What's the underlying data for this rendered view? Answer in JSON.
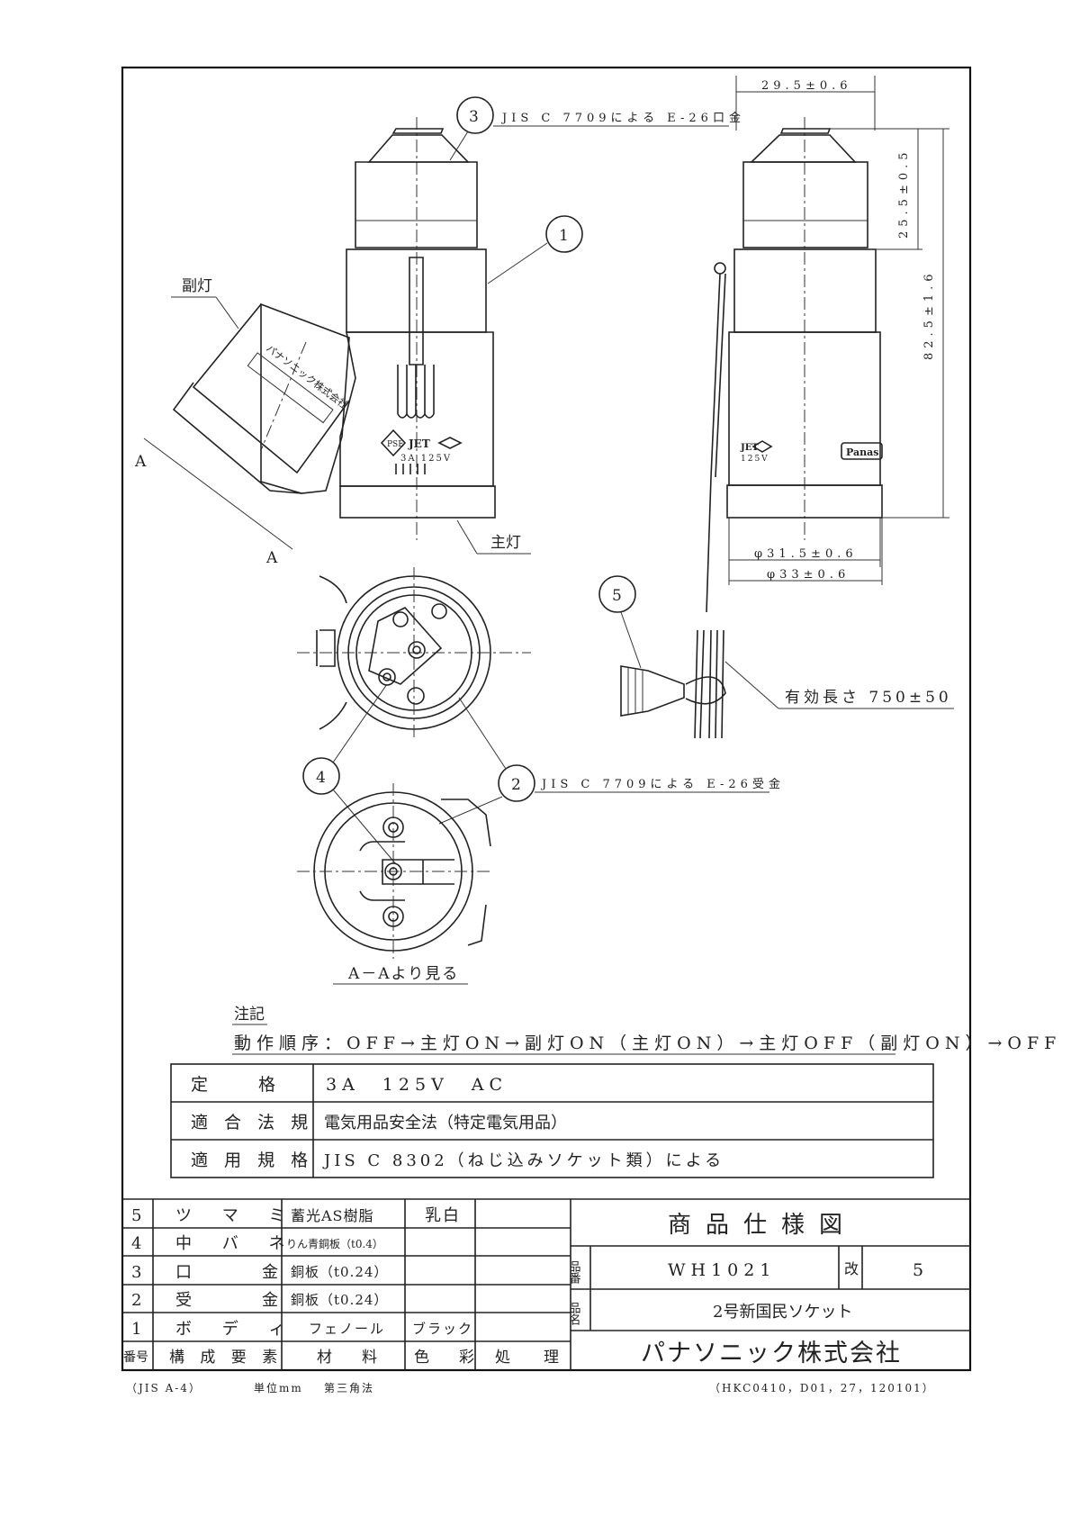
{
  "callouts": {
    "c1": "1",
    "c2": "2",
    "c3": "3",
    "c4": "4",
    "c5": "5",
    "c3_note": "JIS C 7709による E-26口金",
    "c2_note": "JIS C 7709による E-26受金",
    "sub_light": "副灯",
    "main_light": "主灯",
    "section_a": "A",
    "section_view": "A－Aより見る",
    "effective_length": "有効長さ 750±50",
    "body_print": "パナソニック株式会社",
    "rating_mark": "3A 125V",
    "pse": "PSE",
    "jet": "JET",
    "brand": "Panas"
  },
  "dimensions": {
    "width_top": "29.5±0.6",
    "height_cap": "25.5±0.5",
    "height_total": "82.5±1.6",
    "dia_inner": "φ31.5±0.6",
    "dia_outer": "φ33±0.6"
  },
  "notes": {
    "title": "注記",
    "sequence": "動作順序：OFF→主灯ON→副灯ON（主灯ON）→主灯OFF（副灯ON）→OFF"
  },
  "spec_table": [
    {
      "label": "定　　格",
      "value": "3A　125V　AC"
    },
    {
      "label": "適 合 法 規",
      "value": "電気用品安全法（特定電気用品）"
    },
    {
      "label": "適 用 規 格",
      "value": "JIS C 8302（ねじ込みソケット類）による"
    }
  ],
  "parts": {
    "header": {
      "no": "番号",
      "part": "構 成 要 素",
      "material": "材　料",
      "color": "色　彩",
      "finish": "処　理"
    },
    "rows": [
      {
        "no": "5",
        "part": "ツ マ ミ",
        "material": "蓄光AS樹脂",
        "color": "乳白",
        "finish": ""
      },
      {
        "no": "4",
        "part": "中 バ ネ",
        "material": "りん青銅板（t0.4）",
        "color": "",
        "finish": ""
      },
      {
        "no": "3",
        "part": "口　　金",
        "material": "銅板（t0.24）",
        "color": "",
        "finish": ""
      },
      {
        "no": "2",
        "part": "受　　金",
        "material": "銅板（t0.24）",
        "color": "",
        "finish": ""
      },
      {
        "no": "1",
        "part": "ボ デ ィ",
        "material": "フェノール",
        "color": "ブラック",
        "finish": ""
      }
    ]
  },
  "title_block": {
    "title": "商品仕様図",
    "part_no_label": "品番",
    "part_no": "WH1021",
    "rev_label": "改",
    "rev": "5",
    "name_label": "品名",
    "name": "2号新国民ソケット",
    "company": "パナソニック株式会社"
  },
  "footer": {
    "paper": "（JIS A-4）",
    "unit": "単位mm",
    "projection": "第三角法",
    "code": "（HKC0410，D01，27，120101）"
  }
}
